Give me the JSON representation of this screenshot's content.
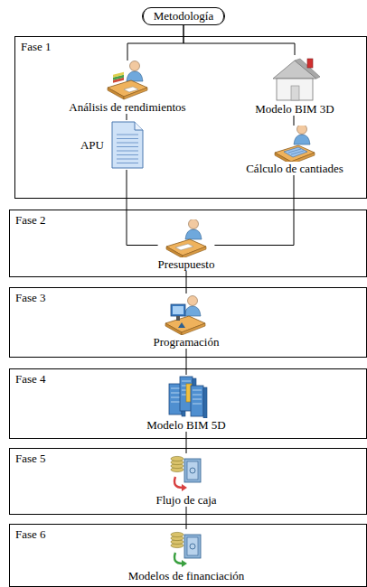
{
  "diagram": {
    "nodes": [
      {
        "text": [
          "Metodología"
        ]
      },
      {
        "text": [
          "Fase 1"
        ]
      },
      {
        "text": [
          "Análisis de rendimientos"
        ],
        "in": 1
      },
      {
        "text": [
          "Modelo BIM 3D"
        ],
        "in": 1
      },
      {
        "text": [
          "APU"
        ],
        "in": 1
      },
      {
        "text": [
          "Cálculo de cantiades"
        ],
        "in": 1
      },
      {
        "text": [
          "Fase 2"
        ]
      },
      {
        "text": [
          "Presupuesto"
        ],
        "in": 6
      },
      {
        "text": [
          "Fase 3"
        ]
      },
      {
        "text": [
          "Programación"
        ],
        "in": 8
      },
      {
        "text": [
          "Fase 4"
        ]
      },
      {
        "text": [
          "Modelo BIM 5D"
        ],
        "in": 10
      },
      {
        "text": [
          "Fase 5"
        ]
      },
      {
        "text": [
          "Flujo de caja"
        ],
        "in": 12
      },
      {
        "text": [
          "Fase 6"
        ]
      },
      {
        "text": [
          "Modelos de financiación"
        ],
        "in": 14
      }
    ],
    "edges": [
      {
        "from": 0,
        "to": 2,
        "arrow": "none"
      },
      {
        "from": 0,
        "to": 3,
        "arrow": "none"
      },
      {
        "from": 2,
        "to": 4,
        "arrow": "none"
      },
      {
        "from": 3,
        "to": 5,
        "arrow": "none"
      },
      {
        "from": 4,
        "to": 7,
        "arrow": "none"
      },
      {
        "from": 5,
        "to": 7,
        "arrow": "none"
      },
      {
        "from": 7,
        "to": 9,
        "arrow": "none"
      },
      {
        "from": 9,
        "to": 11,
        "arrow": "none"
      },
      {
        "from": 11,
        "to": 13,
        "arrow": "none"
      },
      {
        "from": 13,
        "to": 15,
        "arrow": "none"
      }
    ]
  }
}
